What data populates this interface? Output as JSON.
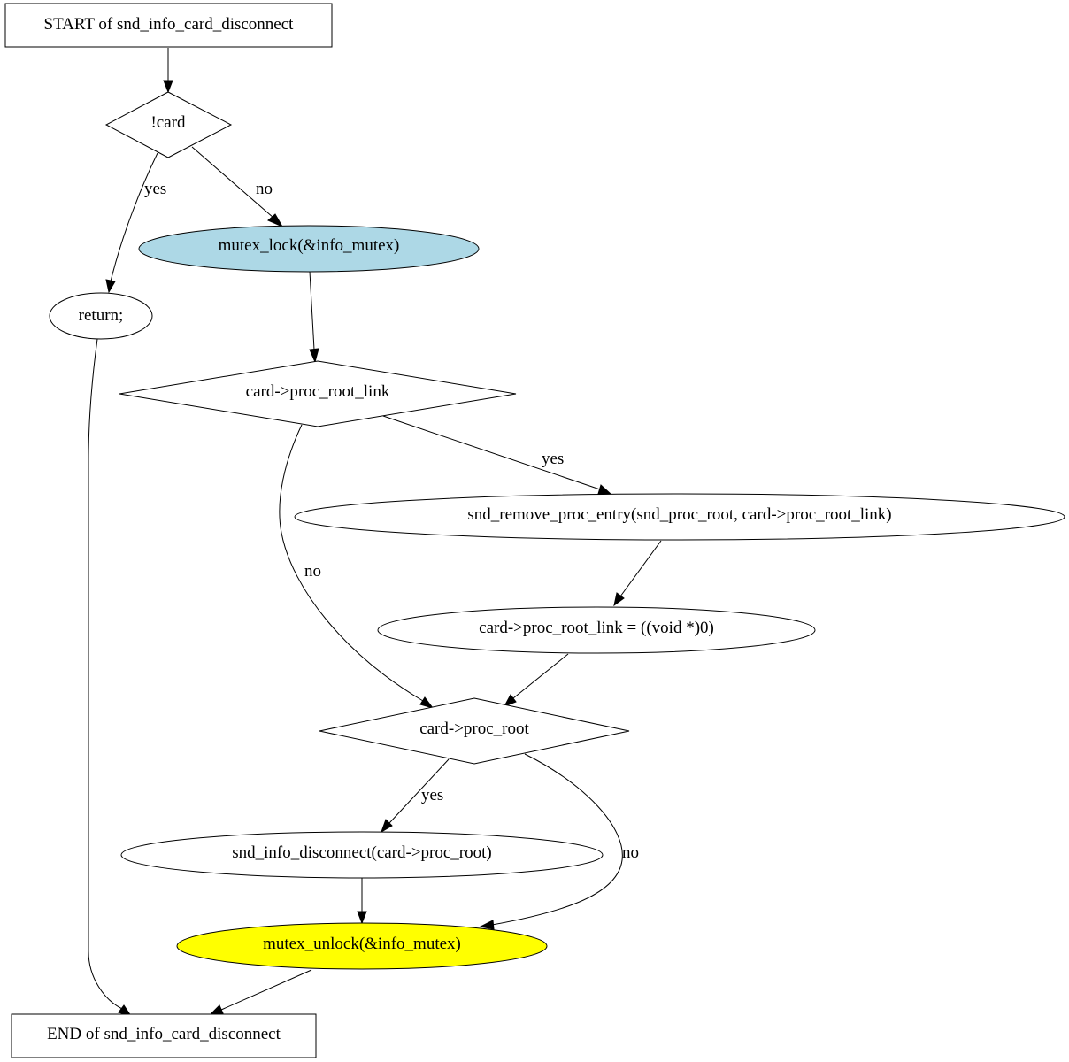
{
  "nodes": {
    "start": "START of snd_info_card_disconnect",
    "cond_card": "!card",
    "mutex_lock": "mutex_lock(&info_mutex)",
    "return": "return;",
    "cond_link": "card->proc_root_link",
    "remove_entry": "snd_remove_proc_entry(snd_proc_root, card->proc_root_link)",
    "null_link": "card->proc_root_link = ((void *)0)",
    "cond_root": "card->proc_root",
    "disconnect": "snd_info_disconnect(card->proc_root)",
    "mutex_unlock": "mutex_unlock(&info_mutex)",
    "end": "END of snd_info_card_disconnect"
  },
  "edge_labels": {
    "card_yes": "yes",
    "card_no": "no",
    "link_yes": "yes",
    "link_no": "no",
    "root_yes": "yes",
    "root_no": "no"
  },
  "colors": {
    "mutex_lock_fill": "#add8e6",
    "mutex_unlock_fill": "#ffff00"
  }
}
